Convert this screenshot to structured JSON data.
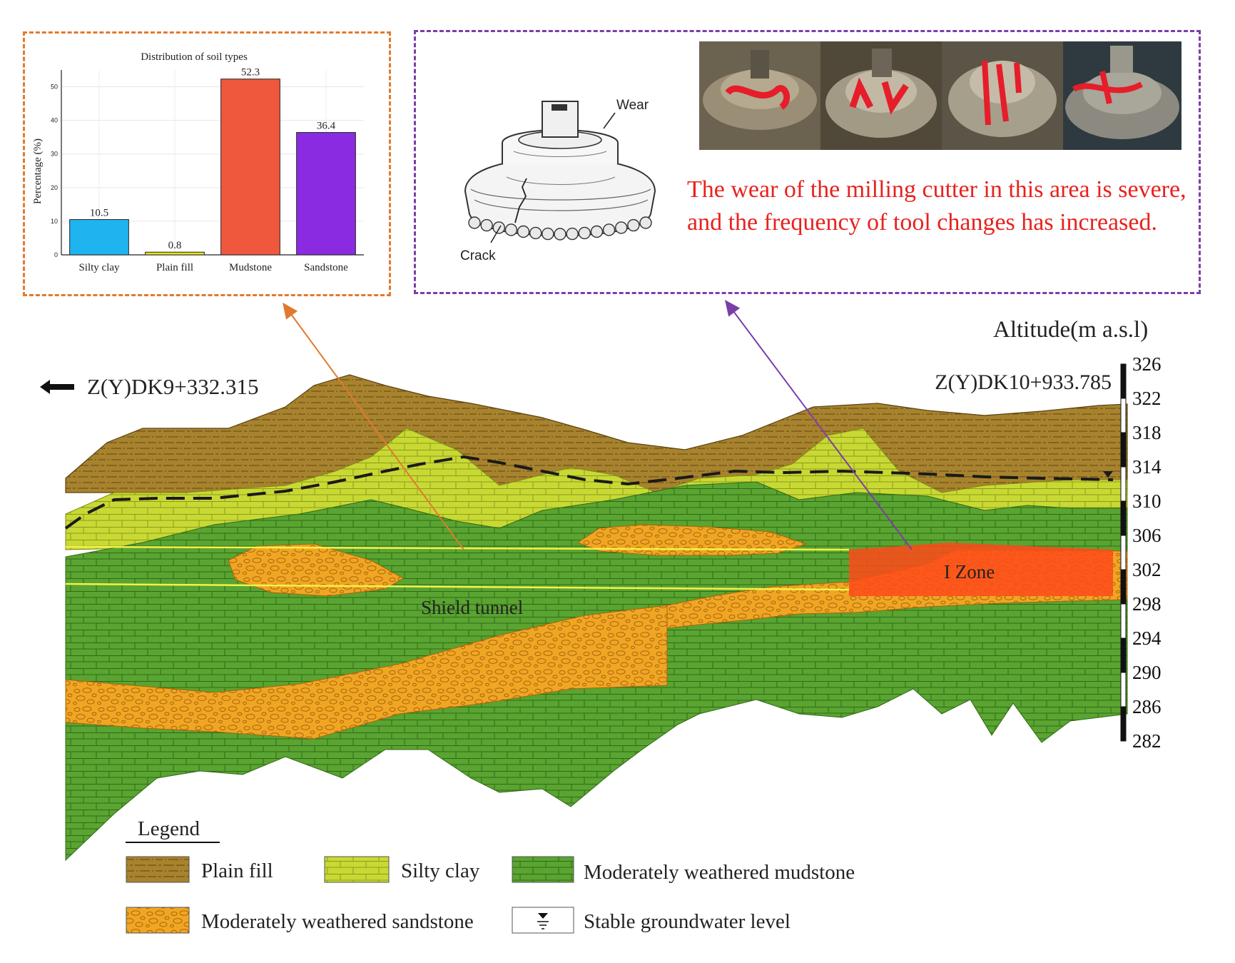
{
  "chart_data": {
    "type": "bar",
    "title": "Distribution of soil types",
    "ylabel": "Percentage (%)",
    "xlabel": "",
    "ylim": [
      0,
      55
    ],
    "yticks": [
      0,
      10,
      20,
      30,
      40,
      50
    ],
    "categories": [
      "Silty clay",
      "Plain fill",
      "Mudstone",
      "Sandstone"
    ],
    "values": [
      10.5,
      0.8,
      52.3,
      36.4
    ],
    "value_labels": [
      "10.5",
      "0.8",
      "52.3",
      "36.4"
    ],
    "colors": [
      "#1fb4f0",
      "#e6e619",
      "#f0583e",
      "#8a2be2"
    ],
    "grid": true
  },
  "cutter": {
    "wear_label": "Wear",
    "crack_label": "Crack",
    "note": "The wear of the milling cutter in this area is severe, and the frequency of tool changes has increased."
  },
  "section": {
    "altitude_label": "Altitude(m a.s.l)",
    "start_chainage": "Z(Y)DK9+332.315",
    "end_chainage": "Z(Y)DK10+933.785",
    "altitude_ticks": [
      "326",
      "322",
      "318",
      "314",
      "310",
      "306",
      "302",
      "298",
      "294",
      "290",
      "286",
      "282"
    ],
    "tunnel_label": "Shield tunnel",
    "zone_label": "I Zone"
  },
  "legend": {
    "title": "Legend",
    "items": [
      {
        "label": "Plain fill",
        "color": "#a8832e"
      },
      {
        "label": "Silty clay",
        "color": "#c9d934"
      },
      {
        "label": "Moderately weathered mudstone",
        "color": "#5aa431"
      },
      {
        "label": "Moderately weathered sandstone",
        "color": "#f0a623"
      },
      {
        "label": "Stable groundwater level",
        "color": "#ffffff"
      }
    ]
  },
  "colors": {
    "chart_box_border": "#e07a2f",
    "cutter_box_border": "#7a3fa8",
    "note_text": "#e8221e",
    "zone_fill": "#ff4a1a",
    "tunnel_line": "#f2f24a"
  }
}
